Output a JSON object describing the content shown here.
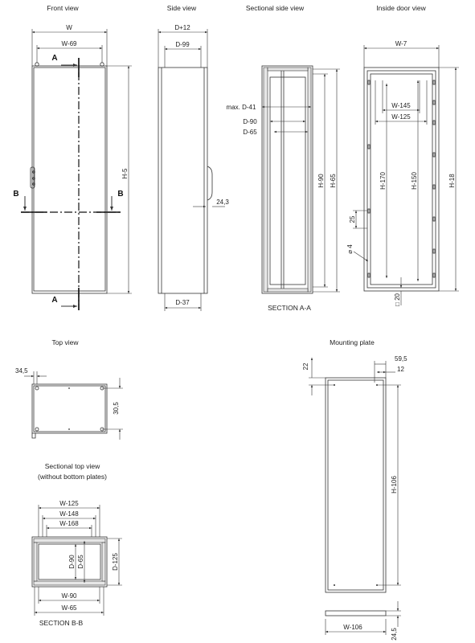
{
  "views": {
    "front": {
      "title": "Front view",
      "w": "W",
      "w69": "W-69",
      "h5": "H-5",
      "sec_a": "A",
      "sec_b": "B"
    },
    "side": {
      "title": "Side view",
      "d12": "D+12",
      "d99": "D-99",
      "dim243": "24,3",
      "d37": "D-37"
    },
    "sectional_side": {
      "title": "Sectional side view",
      "maxd41": "max. D-41",
      "d90": "D-90",
      "d65": "D-65",
      "h90": "H-90",
      "h65": "H-65",
      "caption": "SECTION A-A"
    },
    "inside_door": {
      "title": "Inside door view",
      "w7": "W-7",
      "w145": "W-145",
      "w125": "W-125",
      "h170": "H-170",
      "h150": "H-150",
      "h18": "H-18",
      "d25": "25",
      "dia4": "⌀ 4",
      "sq20": "□ 20"
    },
    "top": {
      "title": "Top view",
      "d345": "34,5",
      "d305": "30,5"
    },
    "sectional_top": {
      "title": "Sectional top view",
      "subtitle": "(without bottom plates)",
      "w125": "W-125",
      "w148": "W-148",
      "w168": "W-168",
      "d90": "D-90",
      "d65": "D-65",
      "d125": "D-125",
      "w90": "W-90",
      "w65": "W-65",
      "caption": "SECTION B-B"
    },
    "mounting": {
      "title": "Mounting plate",
      "d22": "22",
      "d595": "59,5",
      "d12": "12",
      "h106": "H-106",
      "w106": "W-106",
      "d245": "24,5"
    }
  }
}
